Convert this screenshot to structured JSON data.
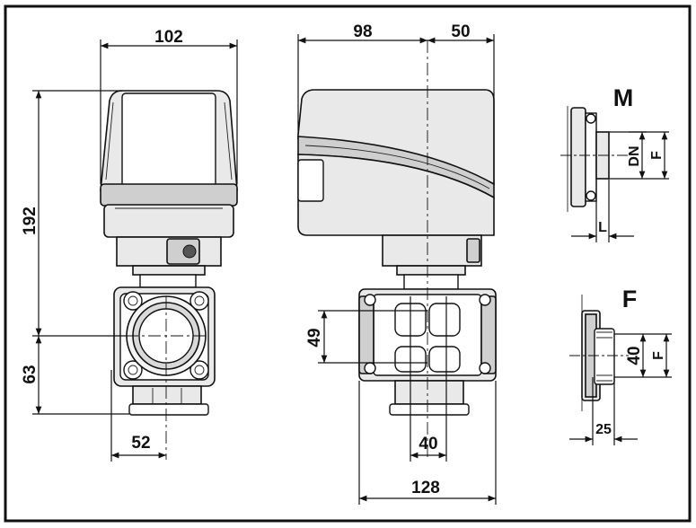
{
  "front_view": {
    "width": "102",
    "height_upper": "192",
    "height_lower": "63",
    "port_offset": "52"
  },
  "side_view": {
    "depth_back": "98",
    "depth_front": "50",
    "port_spacing": "49",
    "port_width": "40",
    "overall_length": "128"
  },
  "detail_m": {
    "label": "M",
    "dim_dn": "DN",
    "dim_f": "F",
    "dim_l": "L"
  },
  "detail_f": {
    "label": "F",
    "dim_40": "40",
    "dim_f": "F",
    "dim_25": "25"
  }
}
